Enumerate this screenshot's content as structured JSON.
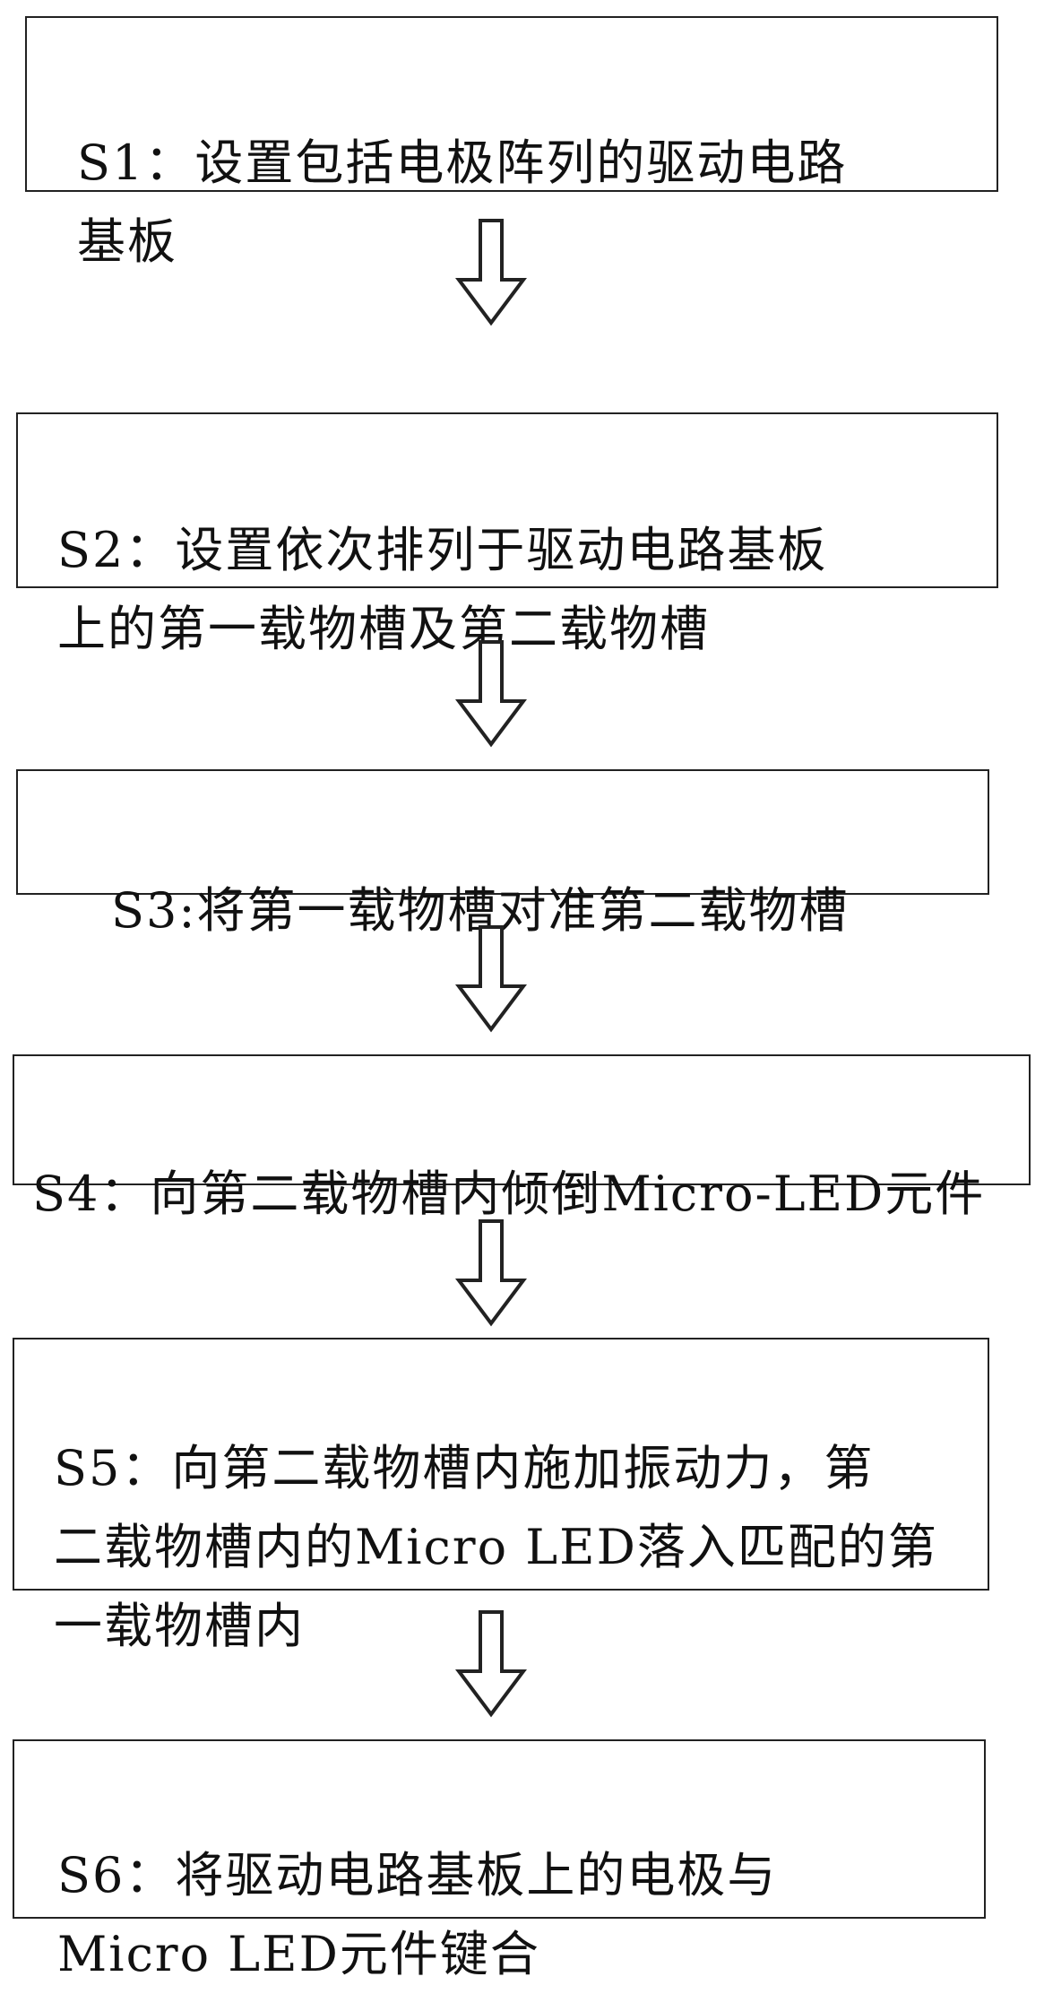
{
  "steps": [
    {
      "id": "S1",
      "text": "S1：设置包括电极阵列的驱动电路\n基板"
    },
    {
      "id": "S2",
      "text": "S2：设置依次排列于驱动电路基板\n上的第一载物槽及第二载物槽"
    },
    {
      "id": "S3",
      "text": "S3:将第一载物槽对准第二载物槽"
    },
    {
      "id": "S4",
      "text": "S4：向第二载物槽内倾倒Micro-LED元件"
    },
    {
      "id": "S5",
      "text": "S5：向第二载物槽内施加振动力，第\n二载物槽内的Micro LED落入匹配的第\n一载物槽内"
    },
    {
      "id": "S6",
      "text": "S6：将驱动电路基板上的电极与\nMicro LED元件键合"
    }
  ],
  "arrow_icon": "hollow-down-arrow-icon",
  "colors": {
    "border": "#222222",
    "background": "#ffffff",
    "text": "#111111"
  }
}
